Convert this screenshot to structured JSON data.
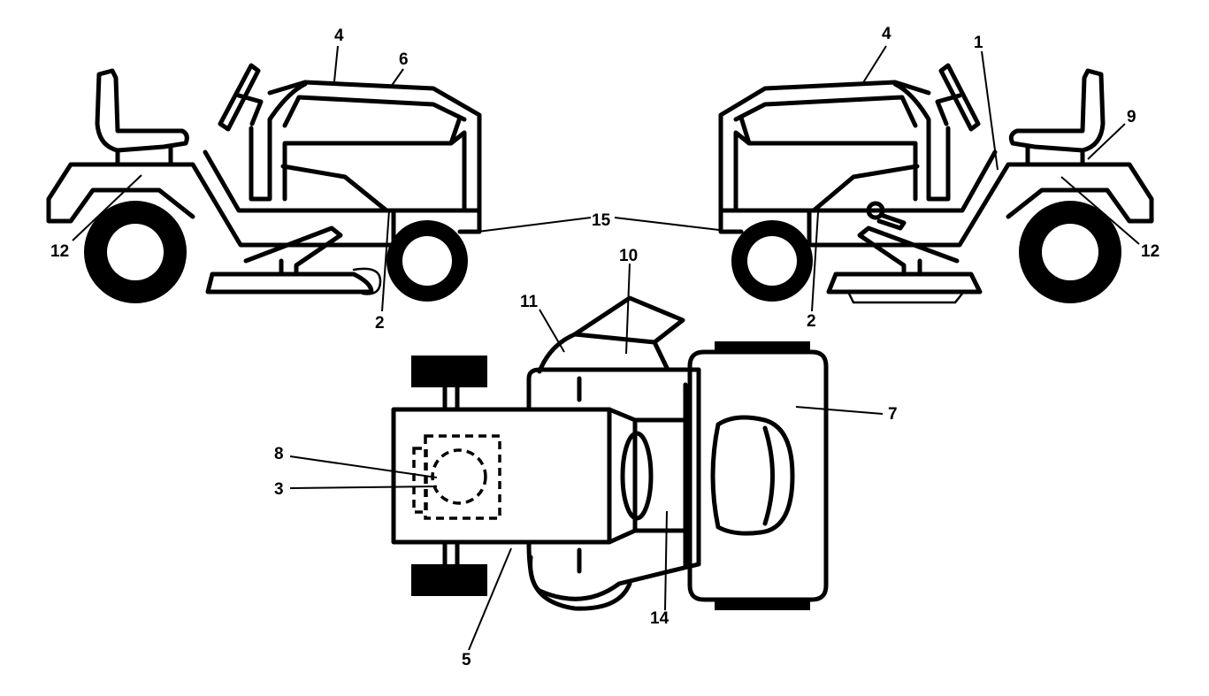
{
  "callouts": {
    "left_view": {
      "n4": "4",
      "n6": "6",
      "n12": "12",
      "n2": "2"
    },
    "right_view": {
      "n4": "4",
      "n1": "1",
      "n9": "9",
      "n12": "12",
      "n2": "2"
    },
    "shared": {
      "n15": "15"
    },
    "top_view": {
      "n10": "10",
      "n11": "11",
      "n7": "7",
      "n8": "8",
      "n3": "3",
      "n14": "14",
      "n5": "5"
    }
  }
}
